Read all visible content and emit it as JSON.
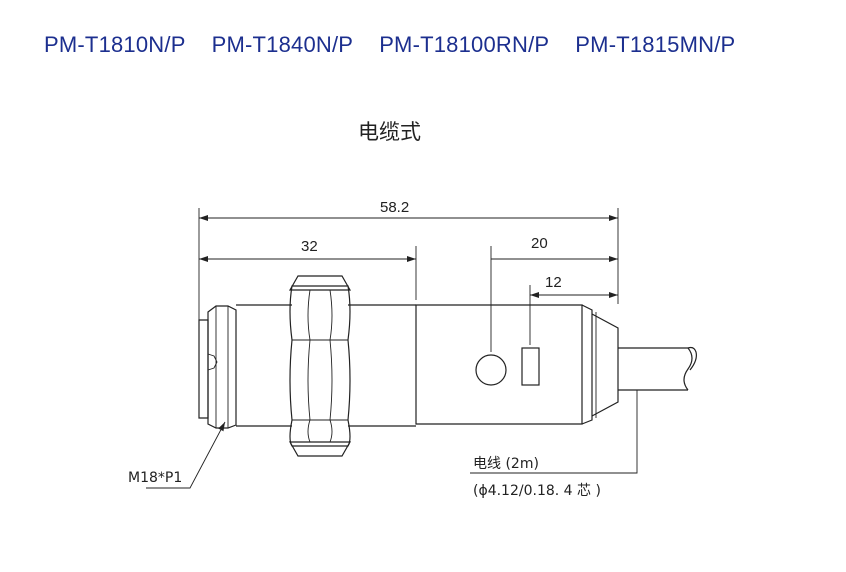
{
  "models": [
    "PM-T1810N/P",
    "PM-T1840N/P",
    "PM-T18100RN/P",
    "PM-T1815MN/P"
  ],
  "subtitle": "电缆式",
  "dimensions": {
    "overall": "58.2",
    "body": "32",
    "indicator": "20",
    "slot": "12"
  },
  "labels": {
    "thread": "M18*P1",
    "cable": "电线 (2m)",
    "cable_spec": "(ϕ4.12/0.18. 4 芯 )"
  },
  "colors": {
    "title": "#1c2f8f",
    "line": "#222222"
  }
}
